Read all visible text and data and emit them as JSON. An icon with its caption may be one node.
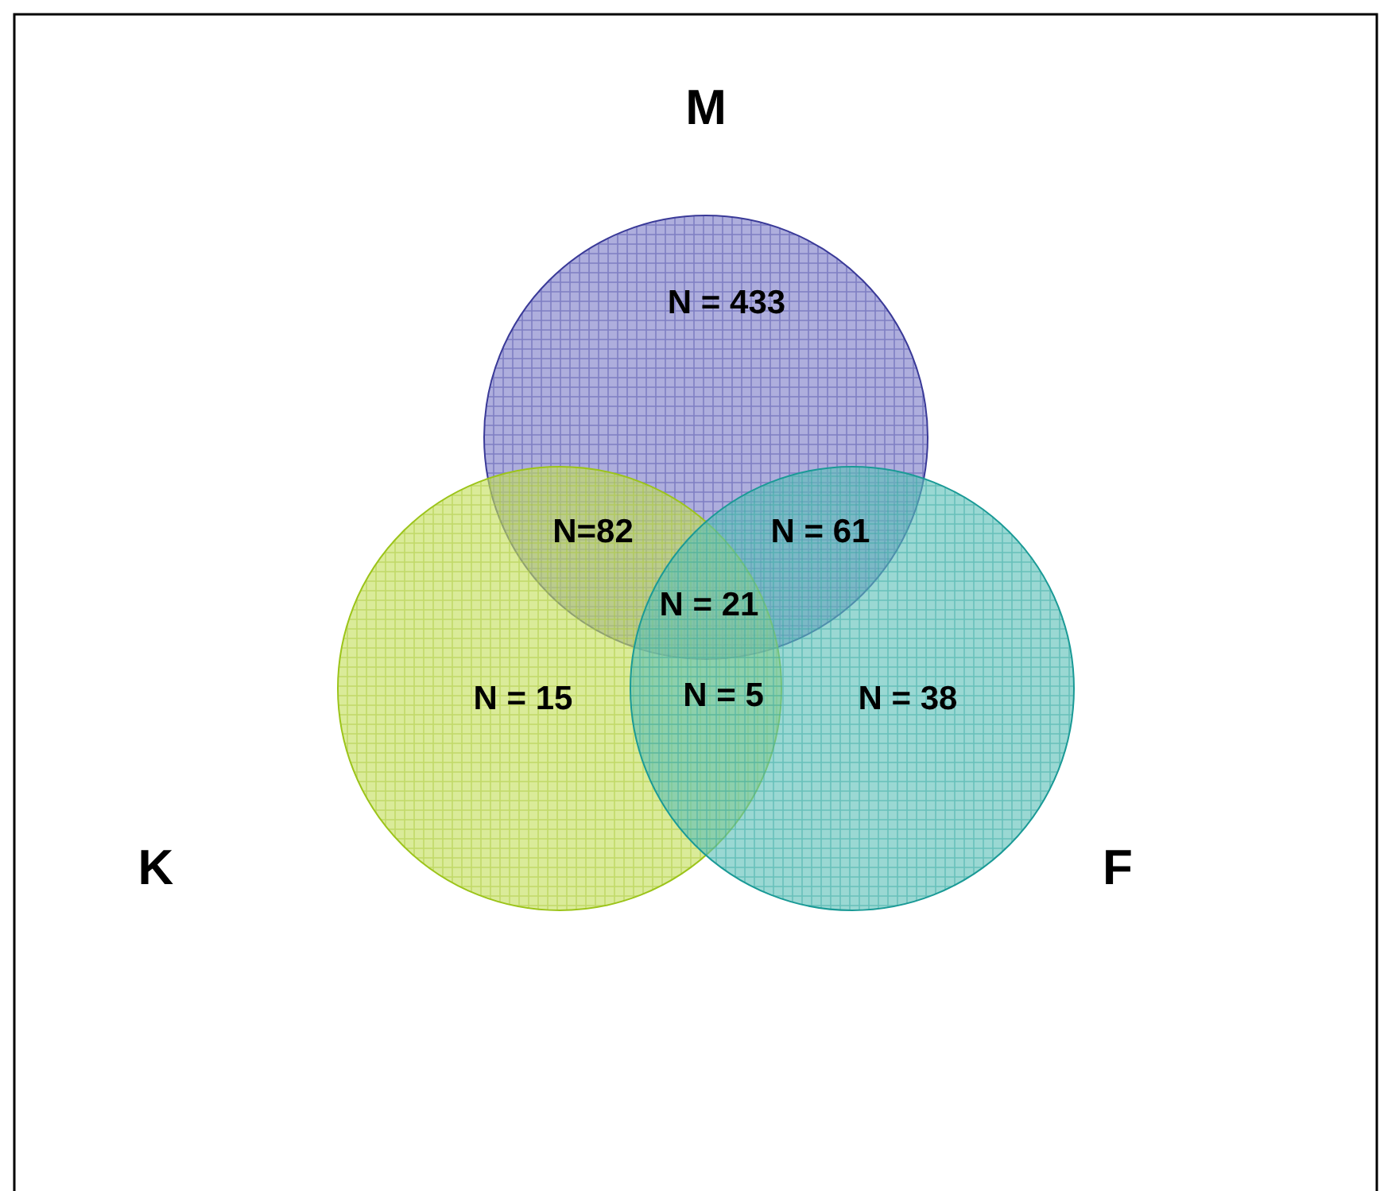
{
  "diagram": {
    "nodes": [
      {
        "text": [
          "M",
          "N = 433"
        ]
      },
      {
        "text": [
          "K",
          "N = 15"
        ]
      },
      {
        "text": [
          "F",
          "N = 38"
        ]
      }
    ],
    "labels": [
      "N=82",
      "N = 61",
      "N = 21",
      "N = 5"
    ]
  }
}
